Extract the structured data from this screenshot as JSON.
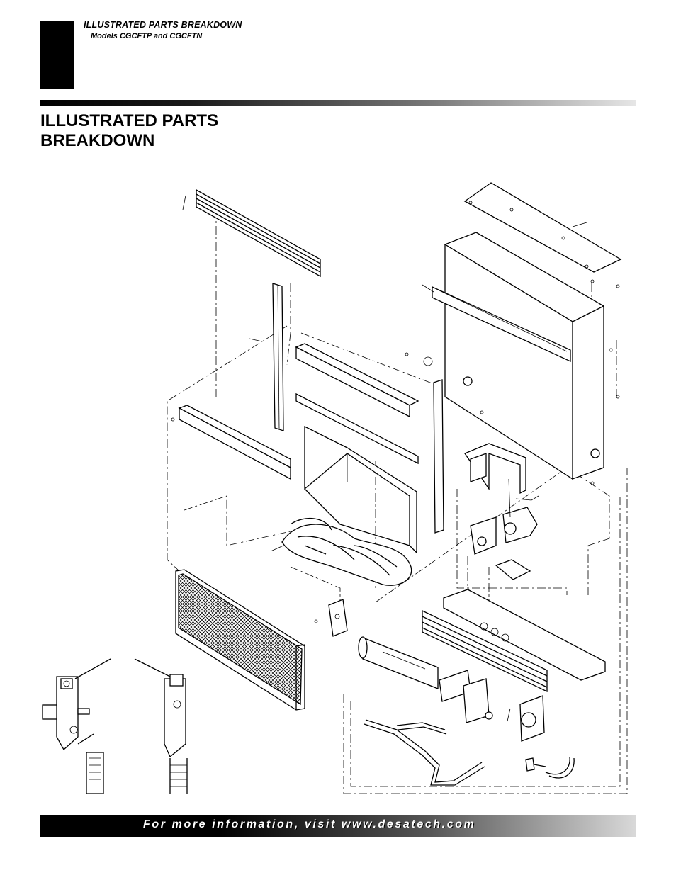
{
  "header": {
    "title": "ILLUSTRATED PARTS BREAKDOWN",
    "subtitle": "Models CGCFTP and CGCFTN"
  },
  "section": {
    "title_line1": "ILLUSTRATED PARTS",
    "title_line2": "BREAKDOWN"
  },
  "footer": {
    "text": "For more information, visit www.desatech.com"
  },
  "diagram": {
    "line_color": "#000000"
  }
}
